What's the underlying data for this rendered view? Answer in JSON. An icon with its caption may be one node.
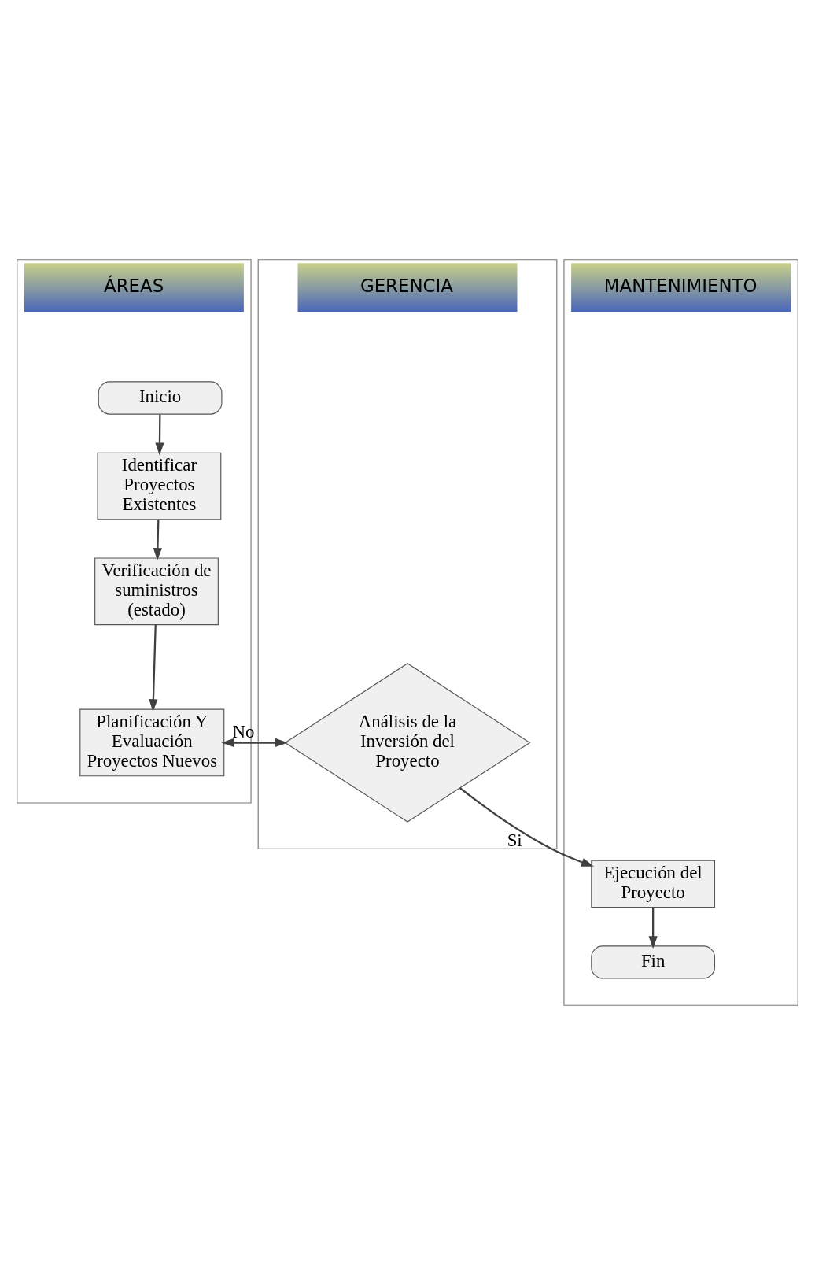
{
  "diagram": {
    "nodes": [
      {
        "text": [
          "ÁREAS"
        ]
      },
      {
        "text": [
          "GERENCIA"
        ]
      },
      {
        "text": [
          "MANTENIMIENTO"
        ]
      },
      {
        "text": [
          "Inicio"
        ],
        "in": 0
      },
      {
        "text": [
          "Identificar Proyectos Existentes"
        ],
        "in": 0
      },
      {
        "text": [
          "Verificación de suministros (estado)"
        ],
        "in": 0
      },
      {
        "text": [
          "Planificación Y Evaluación Proyectos Nuevos"
        ],
        "in": 0
      },
      {
        "text": [
          "Análisis de la Inversión del Proyecto"
        ],
        "in": 1
      },
      {
        "text": [
          "Ejecución del Proyecto"
        ],
        "in": 2
      },
      {
        "text": [
          "Fin"
        ],
        "in": 2
      }
    ],
    "edges": [
      {
        "from": 3,
        "to": 4,
        "arrow": "to"
      },
      {
        "from": 4,
        "to": 5,
        "arrow": "to"
      },
      {
        "from": 5,
        "to": 6,
        "arrow": "to"
      },
      {
        "from": 6,
        "to": 7,
        "arrow": "to"
      },
      {
        "from": 7,
        "to": 8,
        "arrow": "to",
        "label": "Si"
      },
      {
        "from": 7,
        "to": 6,
        "arrow": "to",
        "label": "No"
      },
      {
        "from": 8,
        "to": 9,
        "arrow": "to"
      }
    ]
  }
}
